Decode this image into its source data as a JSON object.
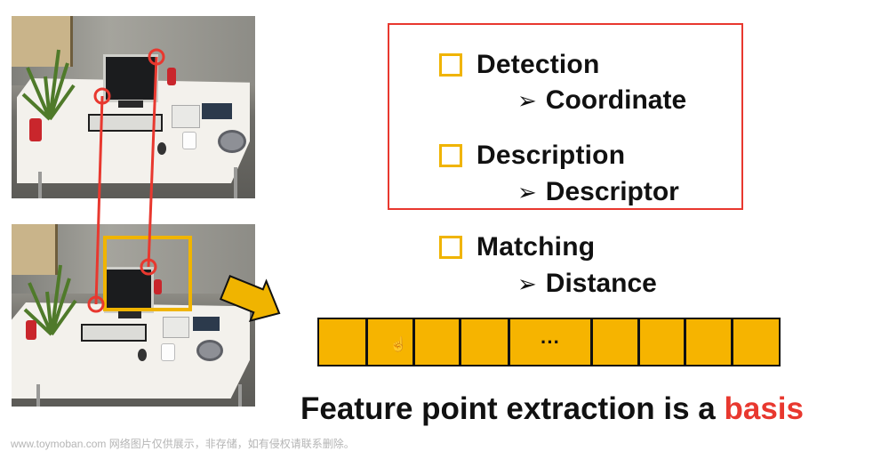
{
  "checklist": [
    {
      "label": "Detection",
      "sub": "Coordinate"
    },
    {
      "label": "Description",
      "sub": "Descriptor"
    },
    {
      "label": "Matching",
      "sub": "Distance"
    }
  ],
  "sub_marker": "➢",
  "descriptor_cells": [
    "",
    "",
    "",
    "",
    "···",
    "",
    "",
    "",
    ""
  ],
  "caption": {
    "prefix": "Feature point extraction is a ",
    "highlight": "basis"
  },
  "watermark": "www.toymoban.com 网络图片仅供展示，非存储，如有侵权请联系删除。",
  "colors": {
    "accent_red": "#e8382f",
    "accent_yellow": "#f6b400",
    "text": "#111111"
  },
  "icons": {
    "arrow": "yellow-right-arrow-icon",
    "cursor": "hand-cursor-icon"
  }
}
